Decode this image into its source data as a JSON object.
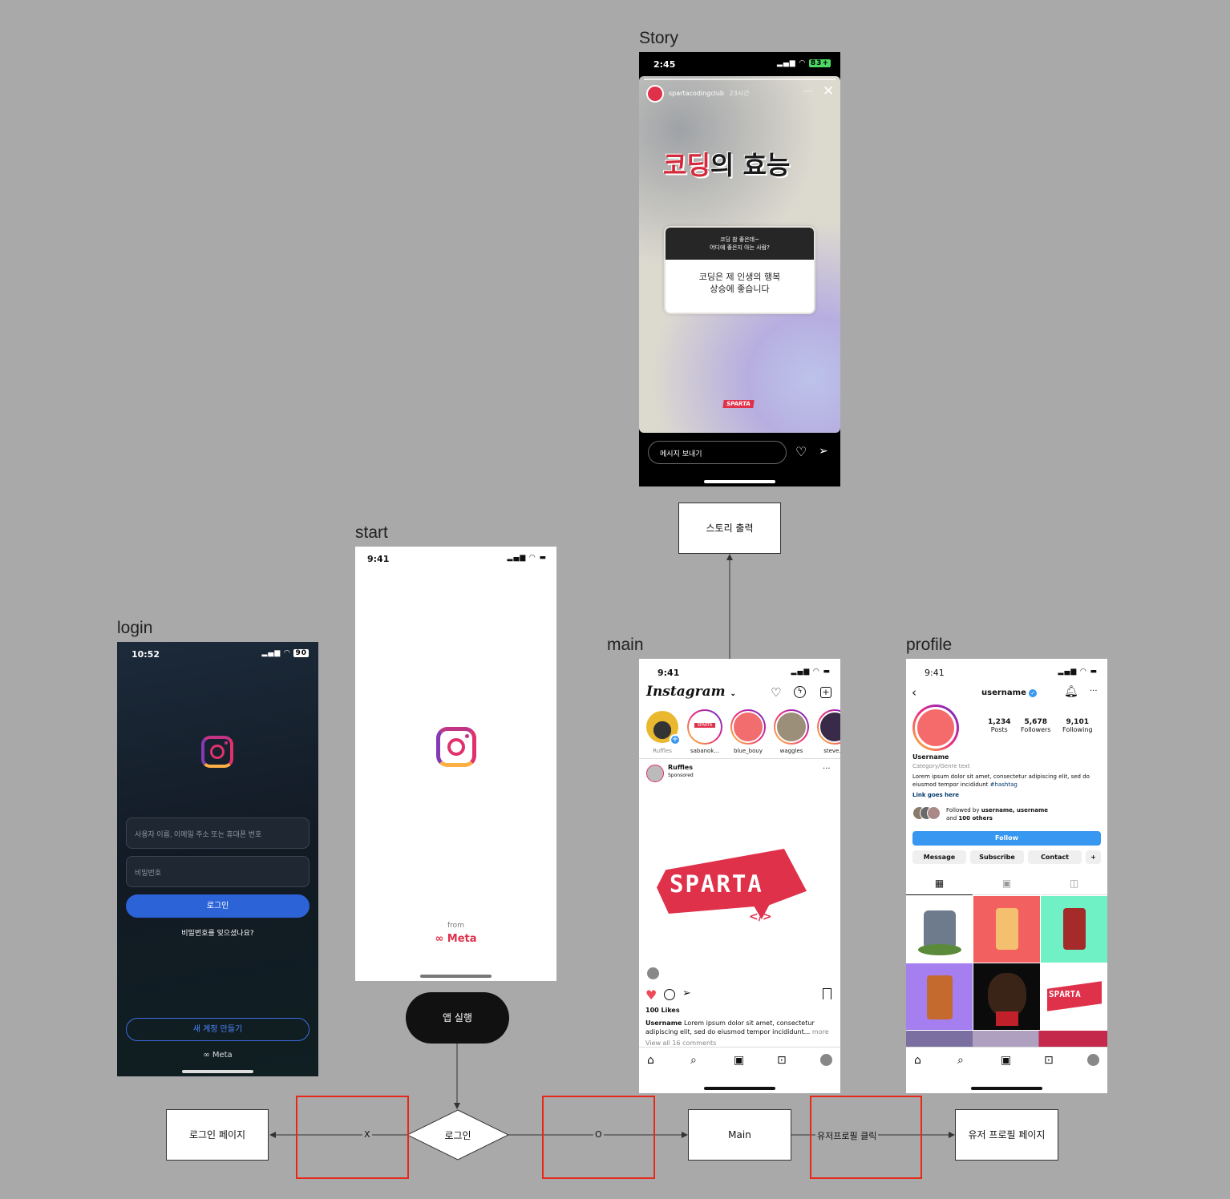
{
  "frames": {
    "story": "Story",
    "start": "start",
    "login": "login",
    "main": "main",
    "profile": "profile"
  },
  "login": {
    "time": "10:52",
    "battery": "90",
    "username_placeholder": "사용자 이름, 이메일 주소 또는 휴대폰 번호",
    "password_placeholder": "비밀번호",
    "login_button": "로그인",
    "forgot_password": "비밀번호를 잊으셨나요?",
    "new_account": "새 계정 만들기",
    "meta": "∞ Meta"
  },
  "start": {
    "time": "9:41",
    "from": "from",
    "meta": "∞ Meta"
  },
  "story": {
    "time": "2:45",
    "battery": "83+",
    "account": "spartacodingclub",
    "age": "23시간",
    "headline_a": "코딩",
    "headline_b": "의 효능",
    "question": "코딩 참 좋은데~\n어디에 좋은지 아는 사람?",
    "answer": "코딩은 제 인생의 행복\n상승에 좋습니다",
    "brand": "SPARTA",
    "message_placeholder": "메시지 보내기"
  },
  "main": {
    "time": "9:41",
    "logo": "Instagram",
    "stories": [
      "Ruffles",
      "sabanok...",
      "blue_bouy",
      "waggles",
      "steve.lo"
    ],
    "post_user": "Ruffles",
    "post_sub": "Sponsored",
    "post_brand": "SPARTA",
    "post_tag": "</>",
    "likes": "100 Likes",
    "caption_user": "Username",
    "caption": "Lorem ipsum dolor sit amet, consectetur adipiscing elit, sed do eiusmod tempor incididunt...",
    "more": "more",
    "comments": "View all 16 comments"
  },
  "profile": {
    "time": "9:41",
    "username": "username",
    "posts_n": "1,234",
    "posts": "Posts",
    "followers_n": "5,678",
    "followers": "Followers",
    "following_n": "9,101",
    "following": "Following",
    "name": "Username",
    "category": "Category/Genre text",
    "bio": "Lorem ipsum dolor sit amet, consectetur adipiscing elit, sed do eiusmod tempor incididunt",
    "hashtag": "#hashtag",
    "link": "Link goes here",
    "followed_by_prefix": "Followed by",
    "followed_by_names": "username, username",
    "followed_by_and": "and",
    "followed_by_others": "100 others",
    "follow": "Follow",
    "message": "Message",
    "subscribe": "Subscribe",
    "contact": "Contact",
    "grid_brand": "SPARTA"
  },
  "flow": {
    "story_output": "스토리 출력",
    "app_run": "앱 실행",
    "login_decision": "로그인",
    "login_page": "로그인 페이지",
    "no": "X",
    "yes": "O",
    "main_box": "Main",
    "user_profile_click": "유저프로필 클릭",
    "user_profile_page": "유저 프로필 페이지"
  },
  "colors": {
    "canvas": "#a9a9a9",
    "highlight": "#e8271b",
    "ig_blue": "#3897f0",
    "sparta_red": "#e0314b"
  }
}
